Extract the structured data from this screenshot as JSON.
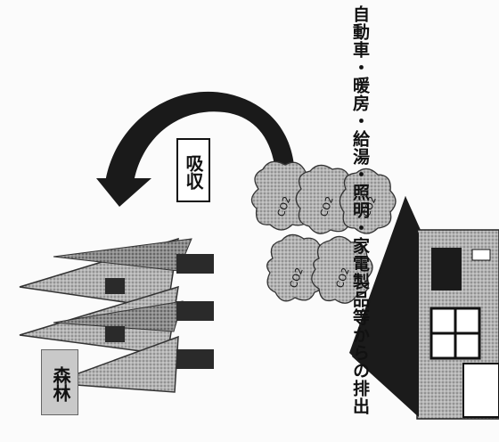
{
  "caption": "自動車・暖房・給湯・照明・家電製品等からの排出",
  "absorb_label": "吸収",
  "forest_label": "森林",
  "cloud_labels": [
    "CO2",
    "CO2",
    "CO2",
    "CO2",
    "CO2"
  ],
  "colors": {
    "ink": "#111111",
    "gray_fill": "#9a9a9a",
    "light_fill": "#c9c9c9"
  }
}
